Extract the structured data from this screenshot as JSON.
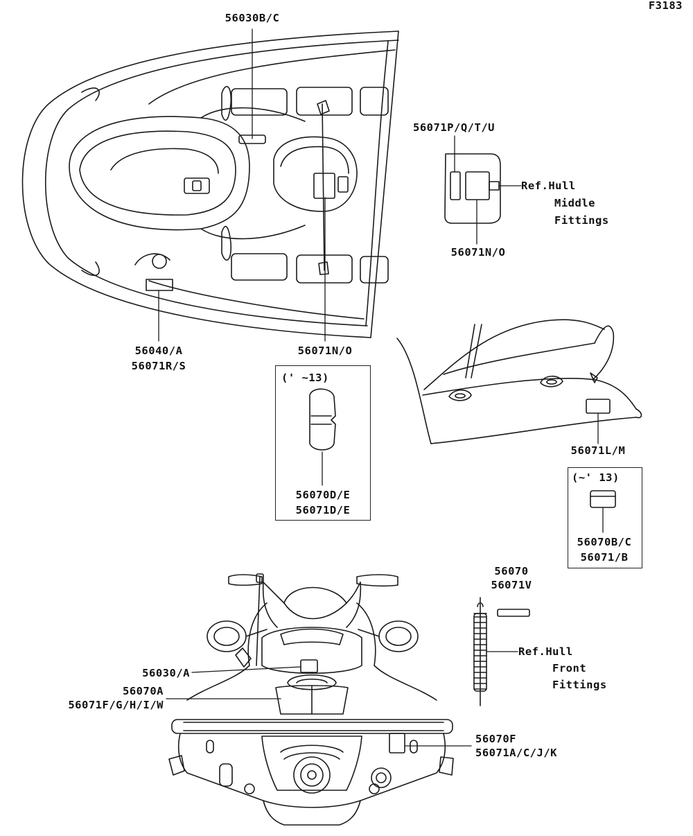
{
  "figure_id": "F3183",
  "labels": {
    "top_56030bc": "56030B/C",
    "p_56071pqtu": "56071P/Q/T/U",
    "ref_hull_middle": [
      "Ref.Hull",
      "Middle",
      "Fittings"
    ],
    "p_56071no_right": "56071N/O",
    "p_56040a": "56040/A",
    "p_56071rs": "56071R/S",
    "p_56071no_center": "56071N/O",
    "box1_note": "(' ~13)",
    "p_56070de": "56070D/E",
    "p_56071de": "56071D/E",
    "p_56071lm": "56071L/M",
    "box2_note": "(~' 13)",
    "p_56070bc": "56070B/C",
    "p_56071b": "56071/B",
    "p_56070": "56070",
    "p_56071v": "56071V",
    "ref_hull_front": [
      "Ref.Hull",
      "Front",
      "Fittings"
    ],
    "p_56030a": "56030/A",
    "p_56070a": "56070A",
    "p_56071fghiw": "56071F/G/H/I/W",
    "p_56070f": "56070F",
    "p_56071acjk": "56071A/C/J/K"
  },
  "colors": {
    "line": "#1a1a1a",
    "background": "#ffffff"
  }
}
